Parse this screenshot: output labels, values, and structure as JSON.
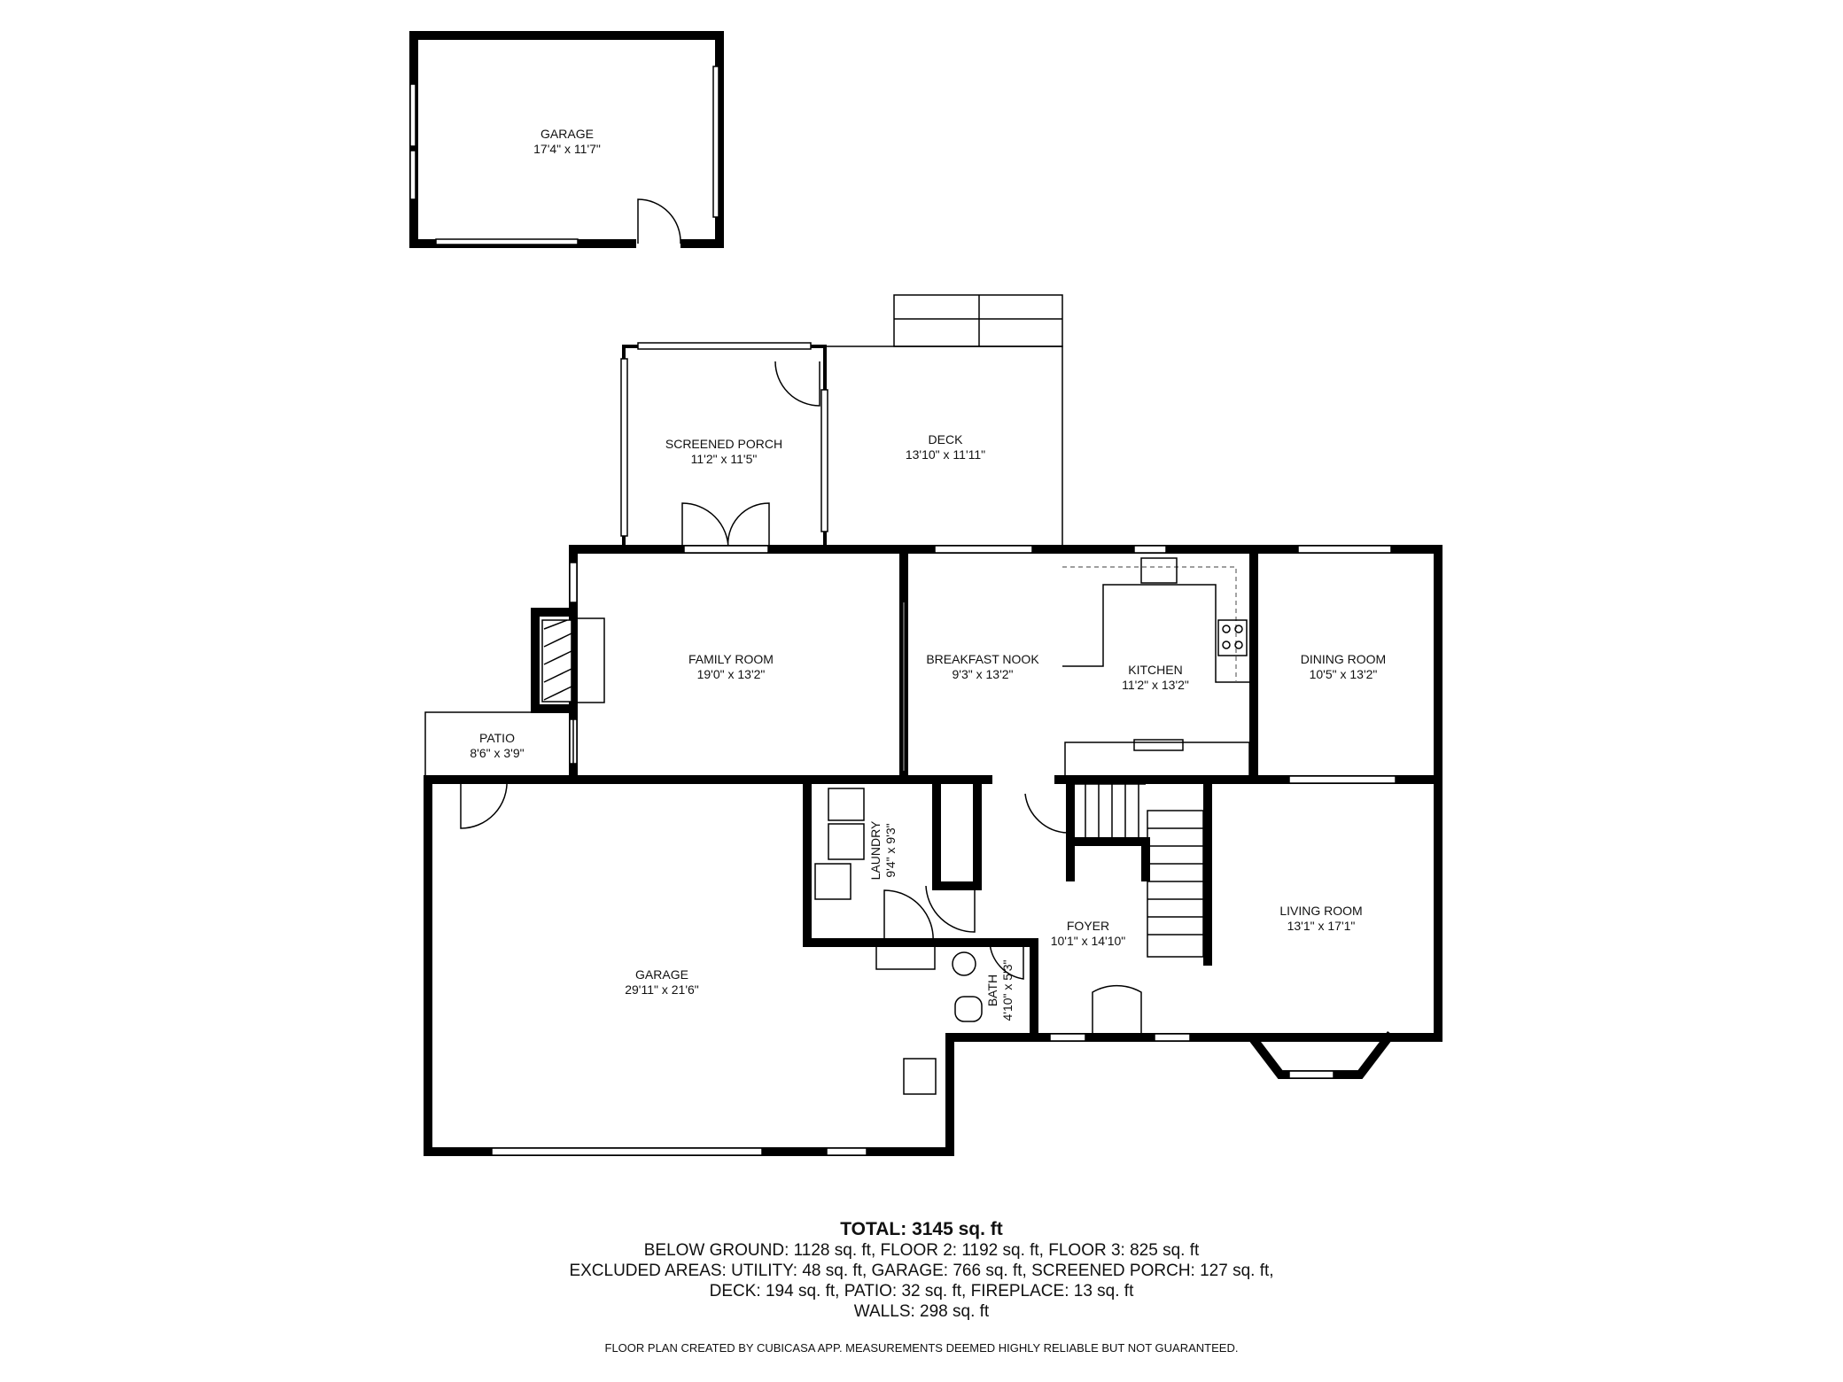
{
  "rooms": {
    "garage_detached": {
      "name": "GARAGE",
      "size": "17'4\" x 11'7\""
    },
    "screened_porch": {
      "name": "SCREENED PORCH",
      "size": "11'2\" x 11'5\""
    },
    "deck": {
      "name": "DECK",
      "size": "13'10\" x 11'11\""
    },
    "family_room": {
      "name": "FAMILY ROOM",
      "size": "19'0\" x 13'2\""
    },
    "breakfast_nook": {
      "name": "BREAKFAST NOOK",
      "size": "9'3\" x 13'2\""
    },
    "kitchen": {
      "name": "KITCHEN",
      "size": "11'2\" x 13'2\""
    },
    "dining_room": {
      "name": "DINING ROOM",
      "size": "10'5\" x 13'2\""
    },
    "patio": {
      "name": "PATIO",
      "size": "8'6\" x 3'9\""
    },
    "garage_attached": {
      "name": "GARAGE",
      "size": "29'11\" x 21'6\""
    },
    "laundry": {
      "name": "LAUNDRY",
      "size": "9'4\" x 9'3\""
    },
    "bath": {
      "name": "BATH",
      "size": "4'10\" x 5'3\""
    },
    "foyer": {
      "name": "FOYER",
      "size": "10'1\" x 14'10\""
    },
    "living_room": {
      "name": "LIVING ROOM",
      "size": "13'1\" x 17'1\""
    }
  },
  "summary": {
    "total": "TOTAL: 3145 sq. ft",
    "floors": "BELOW GROUND: 1128 sq. ft, FLOOR 2: 1192 sq. ft, FLOOR 3: 825 sq. ft",
    "excluded_1": "EXCLUDED AREAS: UTILITY: 48 sq. ft, GARAGE: 766 sq. ft, SCREENED PORCH: 127 sq. ft,",
    "excluded_2": "DECK: 194 sq. ft, PATIO: 32 sq. ft, FIREPLACE: 13 sq. ft",
    "walls": "WALLS: 298 sq. ft",
    "disclaimer": "FLOOR PLAN CREATED BY CUBICASA APP. MEASUREMENTS DEEMED HIGHLY RELIABLE BUT NOT GUARANTEED."
  }
}
